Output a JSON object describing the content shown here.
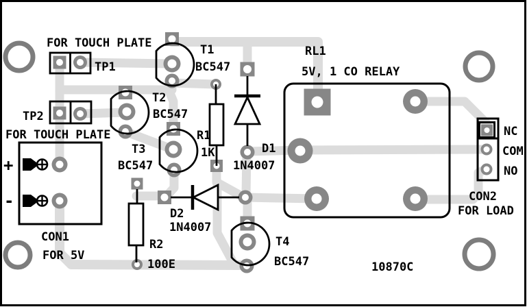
{
  "board_code": "10870C",
  "colors": {
    "background": "#ffffff",
    "trace": "#dcdcdc",
    "pad": "#878787",
    "silkscreen": "#000000",
    "mount_hole_ring": "#7d7d7d"
  },
  "components": {
    "tp1": {
      "ref": "TP1",
      "caption": "FOR TOUCH PLATE"
    },
    "tp2": {
      "ref": "TP2",
      "caption": "FOR TOUCH PLATE"
    },
    "t1": {
      "ref": "T1",
      "part": "BC547"
    },
    "t2": {
      "ref": "T2",
      "part": "BC547"
    },
    "t3": {
      "ref": "T3",
      "part": "BC547"
    },
    "t4": {
      "ref": "T4",
      "part": "BC547"
    },
    "r1": {
      "ref": "R1",
      "value": "1K"
    },
    "r2": {
      "ref": "R2",
      "value": "100E"
    },
    "d1": {
      "ref": "D1",
      "part": "1N4007"
    },
    "d2": {
      "ref": "D2",
      "part": "1N4007"
    },
    "rl1": {
      "ref": "RL1",
      "part": "5V, 1 CO RELAY"
    },
    "con1": {
      "ref": "CON1",
      "caption": "FOR 5V",
      "pin_plus": "+",
      "pin_minus": "-"
    },
    "con2": {
      "ref": "CON2",
      "caption": "FOR LOAD",
      "pins": [
        "NC",
        "COM",
        "NO"
      ]
    }
  }
}
